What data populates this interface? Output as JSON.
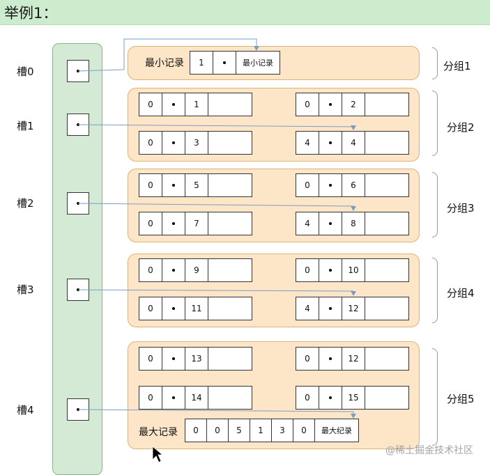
{
  "header": {
    "title": "举例1："
  },
  "slots": [
    {
      "label": "槽0"
    },
    {
      "label": "槽1"
    },
    {
      "label": "槽2"
    },
    {
      "label": "槽3"
    },
    {
      "label": "槽4"
    }
  ],
  "min_record": {
    "label": "最小记录",
    "cells": [
      "1",
      "",
      "最小记录"
    ]
  },
  "max_record": {
    "label": "最大记录",
    "cells": [
      "0",
      "0",
      "5",
      "1",
      "3",
      "0",
      "最大纪录"
    ]
  },
  "groups": [
    {
      "label": "分组1",
      "records": []
    },
    {
      "label": "分组2",
      "records": [
        [
          "0",
          "",
          "1"
        ],
        [
          "0",
          "",
          "2"
        ],
        [
          "0",
          "",
          "3"
        ],
        [
          "4",
          "",
          "4"
        ]
      ]
    },
    {
      "label": "分组3",
      "records": [
        [
          "0",
          "",
          "5"
        ],
        [
          "0",
          "",
          "6"
        ],
        [
          "0",
          "",
          "7"
        ],
        [
          "4",
          "",
          "8"
        ]
      ]
    },
    {
      "label": "分组4",
      "records": [
        [
          "0",
          "",
          "9"
        ],
        [
          "0",
          "",
          "10"
        ],
        [
          "0",
          "",
          "11"
        ],
        [
          "4",
          "",
          "12"
        ]
      ]
    },
    {
      "label": "分组5",
      "records": [
        [
          "0",
          "",
          "13"
        ],
        [
          "0",
          "",
          "12"
        ],
        [
          "0",
          "",
          "14"
        ],
        [
          "0",
          "",
          "15"
        ]
      ]
    }
  ],
  "watermark": "@稀土掘金技术社区",
  "colors": {
    "slot_bg": "#d5ead5",
    "group_bg": "#fde6c8",
    "arrow": "#7a9cc6",
    "header_bg": "#cdeccd"
  }
}
